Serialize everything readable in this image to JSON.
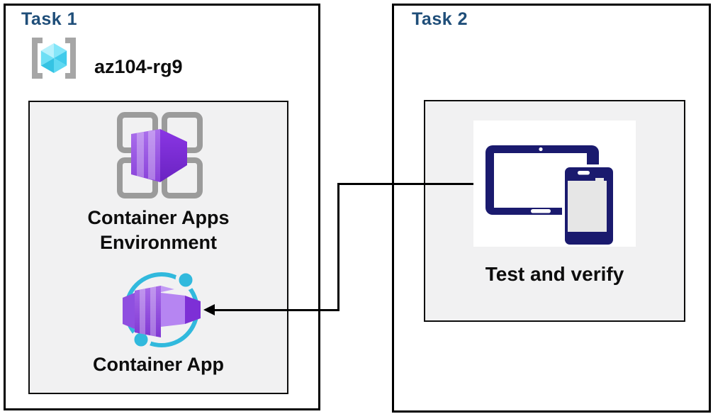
{
  "diagram": {
    "task1": {
      "title": "Task 1",
      "resource_group_name": "az104-rg9",
      "environment_label_line1": "Container Apps",
      "environment_label_line2": "Environment",
      "app_label": "Container App"
    },
    "task2": {
      "title": "Task 2",
      "label": "Test and verify"
    },
    "connector": {
      "from": "Test and verify",
      "to": "Container App",
      "shape": "elbow-arrow-pointing-left"
    },
    "icons": {
      "resource_group": "azure-resource-group-icon",
      "environment": "container-apps-environment-icon",
      "app": "container-app-icon",
      "devices": "tablet-and-phone-icon"
    },
    "colors": {
      "task_title": "#1F4E79",
      "label_text": "#0d0d0d",
      "box_border": "#000000",
      "inner_box_bg": "#f1f1f2",
      "icon_cyan": "#31b9dd",
      "icon_purple_front": "#9d5fe5",
      "icon_purple_dark": "#7d2fd6",
      "devices_navy": "#1a1a6e",
      "bracket_gray": "#a6a6a6",
      "grid_gray": "#9b9b9b"
    }
  }
}
